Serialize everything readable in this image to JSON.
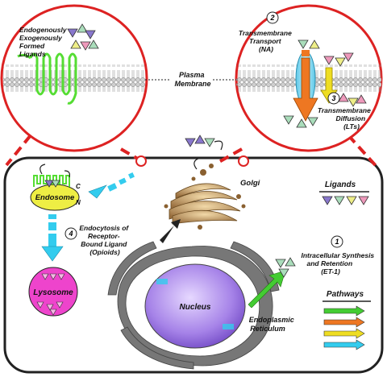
{
  "labels": {
    "ligands_origin": [
      "Endogenously",
      "Exogenously",
      "Formed",
      "Ligands"
    ],
    "plasma_membrane": [
      "Plasma",
      "Membrane"
    ],
    "transmembrane_transport": [
      "Transmembrane",
      "Transport",
      "(NA)"
    ],
    "transmembrane_diffusion": [
      "Transmembrane",
      "Diffusion",
      "(LTs)"
    ],
    "endosome": "Endosome",
    "receptor_c": "C",
    "receptor_n": "N",
    "endocytosis": [
      "Endocytosis of",
      "Receptor-",
      "Bound Ligand",
      "(Opioids)"
    ],
    "lysosome": "Lysosome",
    "golgi": "Golgi",
    "nucleus": "Nucleus",
    "er": [
      "Endoplasmic",
      "Reticulum"
    ],
    "intracellular": [
      "Intracellular Synthesis",
      "and Retention",
      "(ET-1)"
    ],
    "legend_ligands": "Ligands",
    "legend_pathways": "Pathways"
  },
  "steps": {
    "transport": "2",
    "diffusion": "3",
    "endocytosis": "4",
    "intracellular": "1"
  },
  "colors": {
    "green": "#44cc33",
    "orange": "#ee7722",
    "yellow": "#eedd22",
    "cyan": "#33ccee",
    "triangle_purple": "#8877cc",
    "triangle_green": "#aaddbb",
    "triangle_yellow": "#eeee88",
    "triangle_pink": "#ee99bb",
    "zoom_circle": "#dd2222",
    "membrane_lipid": "#cccccc",
    "receptor": "#55dd33",
    "endosome": "#eeee44",
    "lysosome": "#ee44cc",
    "nucleus": "#9966dd",
    "er": "#777777",
    "golgi": "#aa8855"
  },
  "legend": {
    "ligand_triangles": [
      "triangle_purple",
      "triangle_green",
      "triangle_yellow",
      "triangle_pink"
    ],
    "pathway_arrows": [
      "green",
      "orange",
      "yellow",
      "cyan"
    ]
  }
}
